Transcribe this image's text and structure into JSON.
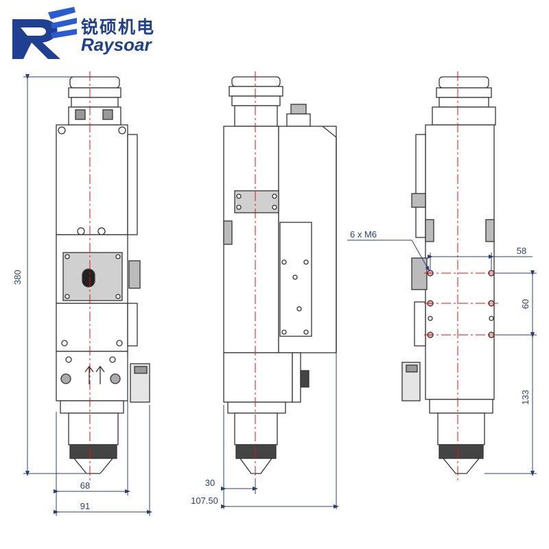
{
  "brand": {
    "name_cn": "锐硕机电",
    "name_en": "Raysoar",
    "logo_icon": "raysoar-logo-icon",
    "color": "#1f3f91"
  },
  "dimensions": {
    "height_total": "380",
    "width_body": "68",
    "width_overall": "91",
    "nozzle_offset": "30",
    "depth_overall": "107.50",
    "hole_spacing_h": "58",
    "hole_spacing_v": "60",
    "lower_height": "133",
    "thread_note": "6 x M6"
  },
  "colors": {
    "outline": "#333333",
    "centerline": "#e01010",
    "dimension": "#2b3f77",
    "shade": "#c8c8c8"
  }
}
